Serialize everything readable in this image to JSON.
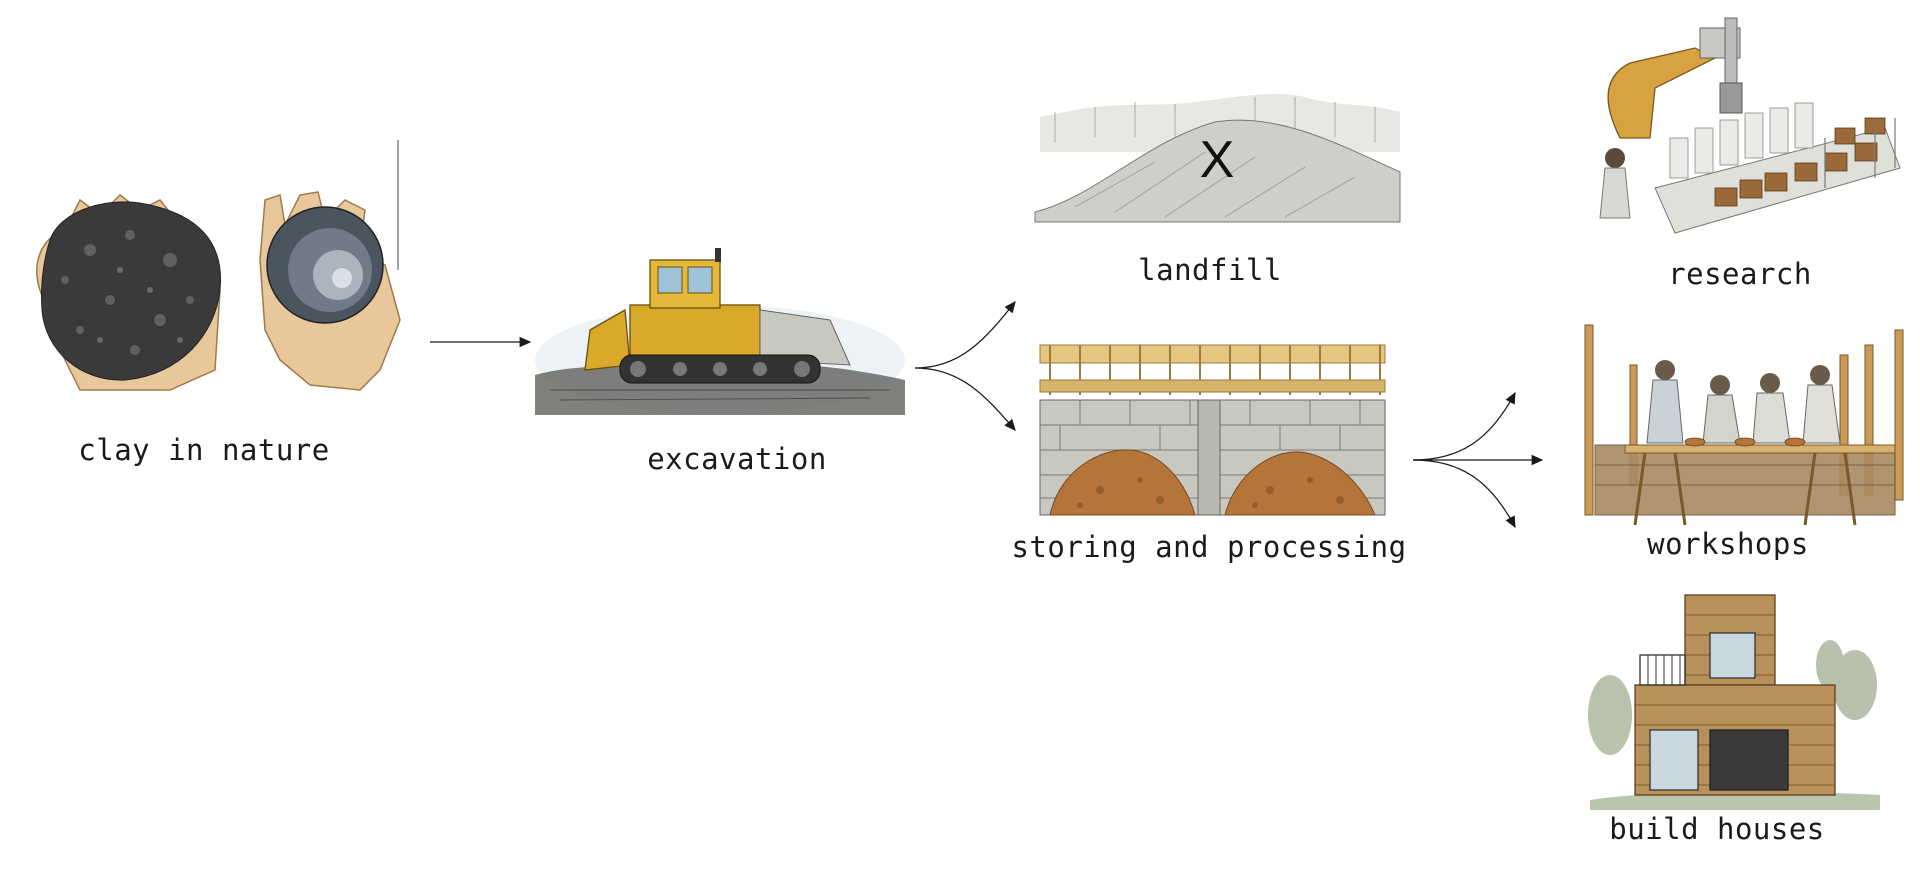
{
  "nodes": {
    "clay": {
      "label": "clay in nature",
      "icon": "clay-hands-icon"
    },
    "excavation": {
      "label": "excavation",
      "icon": "bulldozer-icon"
    },
    "landfill": {
      "label": "landfill",
      "mark": "X",
      "icon": "landfill-mound-icon"
    },
    "storing": {
      "label": "storing and processing",
      "icon": "storage-shed-icon"
    },
    "research": {
      "label": "research",
      "icon": "robot-arm-lab-icon"
    },
    "workshops": {
      "label": "workshops",
      "icon": "workshop-people-icon"
    },
    "houses": {
      "label": "build houses",
      "icon": "clay-house-icon"
    }
  },
  "colors": {
    "ink": "#1a1a1a",
    "clay_dark": "#3a3a3a",
    "skin": "#e8c79a",
    "machine_yellow": "#d9a92a",
    "wood": "#c99a55",
    "soil": "#b5743a",
    "stone": "#b8b8b0"
  }
}
